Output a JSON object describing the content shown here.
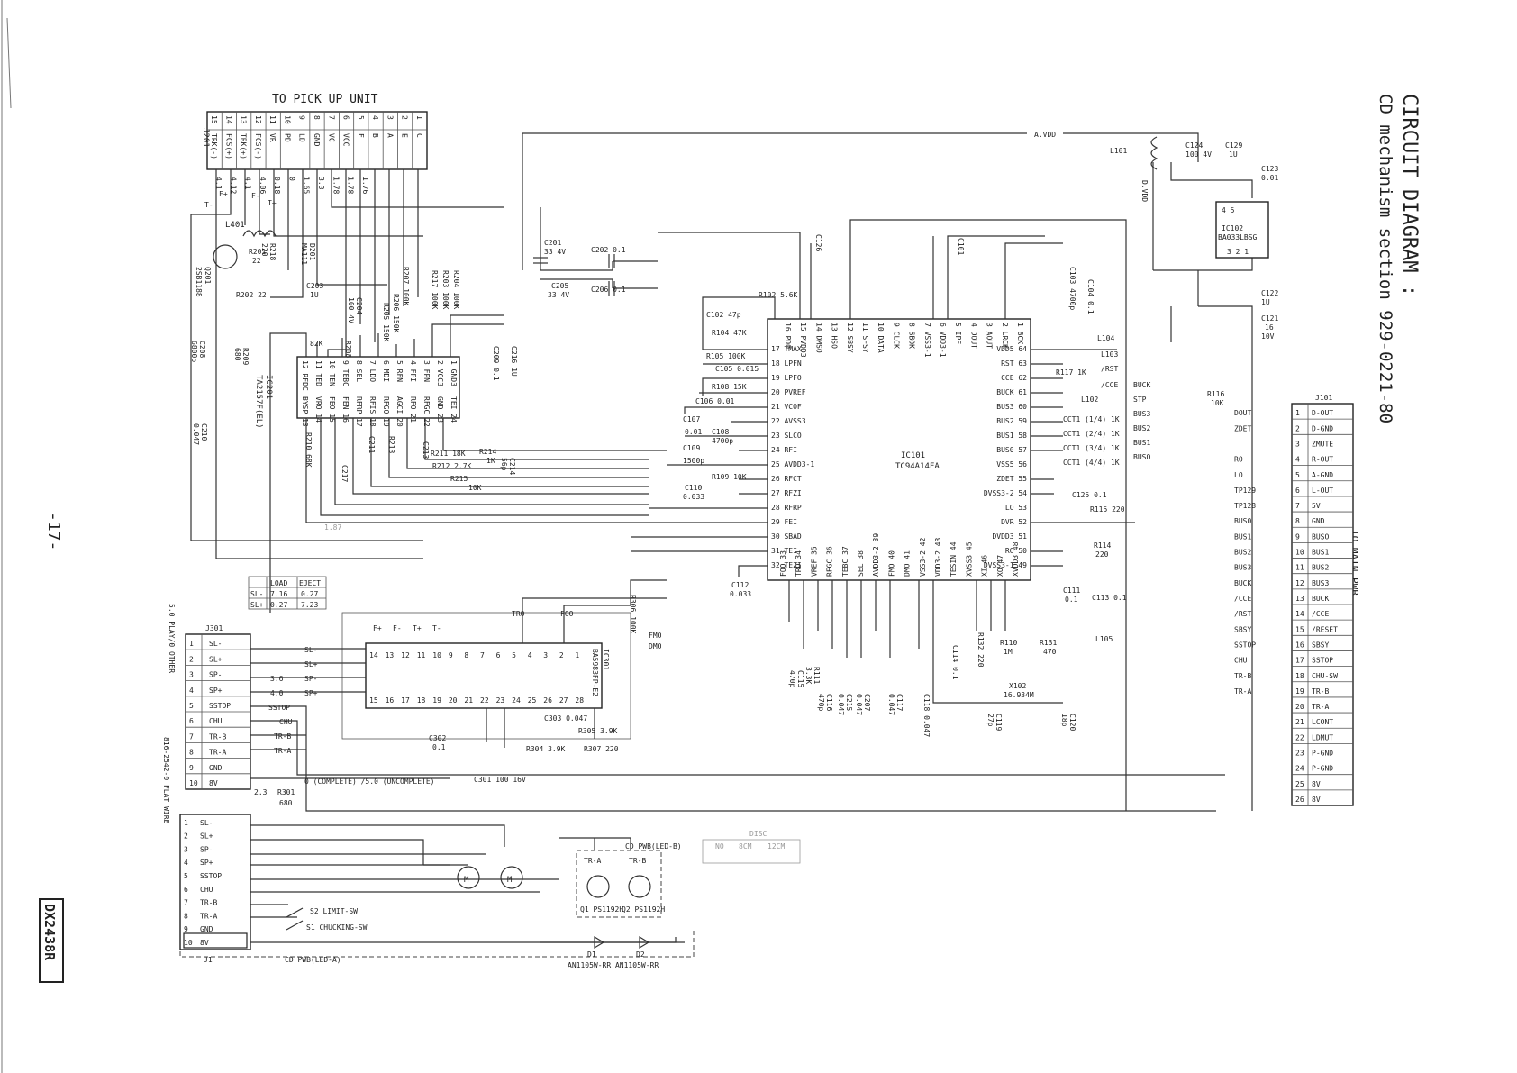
{
  "title": {
    "main": "CIRCUIT DIAGRAM :",
    "sub": "CD mechanism section  929-0221-80"
  },
  "page_number": "-17-",
  "model_code": "DX2438R",
  "side_labels": {
    "to_main": "TO MAIN PWB",
    "flat_wire": "816-2542-0 FLAT WIRE",
    "voltages_note": "5.0 PLAY/0 OTHER"
  },
  "pickup": {
    "title": "TO PICK UP UNIT",
    "connector": "J201",
    "numbers": [
      "15",
      "14",
      "13",
      "12",
      "11",
      "10",
      "9",
      "8",
      "7",
      "6",
      "5",
      "4",
      "3",
      "2",
      "1"
    ],
    "signals": [
      "TRK(-)",
      "FCS(+)",
      "TRK(+)",
      "FCS(-)",
      "VR",
      "PD",
      "LD",
      "GND",
      "VC",
      "VCC",
      "F",
      "B",
      "A",
      "E",
      "C"
    ],
    "voltages": [
      "4.1",
      "4.12",
      "4.1",
      "4.06",
      "0.18",
      "0",
      "1.65",
      "3.3",
      "1.78",
      "1.78",
      "1.76"
    ],
    "trk_labels": [
      "T-",
      "F+",
      "F-",
      "T+"
    ]
  },
  "ic101": {
    "ref": "IC101",
    "part": "TC94A14FA",
    "left_pins": [
      "17 TMAX",
      "18 LPFN",
      "19 LPFO",
      "20 PVREF",
      "21 VCOF",
      "22 AVSS3",
      "23 SLCO",
      "24 RFI",
      "25 AVDD3-1",
      "26 RFCT",
      "27 RFZI",
      "28 RFRP",
      "29 FEI",
      "30 SBAD",
      "31 TEI",
      "32 TEZI"
    ],
    "top_pins": [
      "16 PDO",
      "15 PVDD3",
      "14 DMSO",
      "13 HSO",
      "12 SBSY",
      "11 SFSY",
      "10 DATA",
      "9 CLCK",
      "8 SBOK",
      "7 VSS3-1",
      "6 VDD3-1",
      "5 IPF",
      "4 DOUT",
      "3 AOUT",
      "2 LRCK",
      "1 BCK"
    ],
    "right_pins": [
      "VDD5 64",
      "RST 63",
      "CCE 62",
      "BUCK 61",
      "BUS3 60",
      "BUS2 59",
      "BUS1 58",
      "BUS0 57",
      "VSS5 56",
      "ZDET 55",
      "DVSS3-2 54",
      "LO 53",
      "DVR 52",
      "DVDD3 51",
      "RO 50",
      "DVSS3-1 49"
    ],
    "bottom_pins": [
      "FOO 33",
      "TRO 34",
      "VREF 35",
      "RFGC 36",
      "TEBC 37",
      "SEL 38",
      "AVDD3-2 39",
      "FMO 40",
      "DMO 41",
      "VSS3-2 42",
      "VDD3-2 43",
      "TESIN 44",
      "XVSS3 45",
      "XI 46",
      "XO 47",
      "XVDD3 48"
    ]
  },
  "ic201": {
    "ref": "IC201",
    "part": "TA2157F(EL)",
    "top_pins": [
      "12 RFDC",
      "11 TED",
      "10 TEN",
      "9 TEBC",
      "8 SEL",
      "7 LDO",
      "6 MDI",
      "5 RFN",
      "4 FPI",
      "3 FPN",
      "2 VCC3",
      "1 GND3"
    ],
    "bottom_pins": [
      "BYSP 13",
      "VRO 14",
      "FEO 15",
      "FEN 16",
      "RFRP 17",
      "RFIS 18",
      "RFGO 19",
      "AGCI 20",
      "RFO 21",
      "RFGC 22",
      "GND 23",
      "TEI 24"
    ]
  },
  "ic301": {
    "ref": "IC301",
    "part": "BA5983FP-E2",
    "top_pins": [
      "14",
      "13",
      "12",
      "11",
      "10",
      "9",
      "8",
      "7",
      "6",
      "5",
      "4",
      "3",
      "2",
      "1"
    ],
    "bottom_pins": [
      "15",
      "16",
      "17",
      "18",
      "19",
      "20",
      "21",
      "22",
      "23",
      "24",
      "25",
      "26",
      "27",
      "28"
    ],
    "top_labels": [
      "F+",
      "F-",
      "T+",
      "T-"
    ],
    "side_labels": [
      "TRO",
      "FOO",
      "FMO",
      "DMO"
    ]
  },
  "ic102": {
    "ref": "IC102",
    "part": "BA033LBSG",
    "pins_top": "4   5",
    "pins_bottom": "3  2  1"
  },
  "j101": {
    "ref": "J101",
    "pins": [
      {
        "n": "1",
        "name": "D-OUT"
      },
      {
        "n": "2",
        "name": "D-GND"
      },
      {
        "n": "3",
        "name": "ZMUTE"
      },
      {
        "n": "4",
        "name": "R-OUT"
      },
      {
        "n": "5",
        "name": "A-GND"
      },
      {
        "n": "6",
        "name": "L-OUT"
      },
      {
        "n": "7",
        "name": "5V"
      },
      {
        "n": "8",
        "name": "GND"
      },
      {
        "n": "9",
        "name": "BUSO"
      },
      {
        "n": "10",
        "name": "BUS1"
      },
      {
        "n": "11",
        "name": "BUS2"
      },
      {
        "n": "12",
        "name": "BUS3"
      },
      {
        "n": "13",
        "name": "BUCK"
      },
      {
        "n": "14",
        "name": "/CCE"
      },
      {
        "n": "15",
        "name": "/RESET"
      },
      {
        "n": "16",
        "name": "SBSY"
      },
      {
        "n": "17",
        "name": "SSTOP"
      },
      {
        "n": "18",
        "name": "CHU-SW"
      },
      {
        "n": "19",
        "name": "TR-B"
      },
      {
        "n": "20",
        "name": "TR-A"
      },
      {
        "n": "21",
        "name": "LCONT"
      },
      {
        "n": "22",
        "name": "LDMUT"
      },
      {
        "n": "23",
        "name": "P-GND"
      },
      {
        "n": "24",
        "name": "P-GND"
      },
      {
        "n": "25",
        "name": "8V"
      },
      {
        "n": "26",
        "name": "8V"
      }
    ],
    "net_labels": [
      "DOUT",
      "ZDET",
      "RO",
      "LO",
      "TP129",
      "TP128",
      "BUS0",
      "BUS1",
      "BUS2",
      "BUS3",
      "BUCK",
      "/CCE",
      "/RST",
      "SBSY",
      "SSTOP",
      "CHU",
      "TR-B",
      "TR-A"
    ]
  },
  "j301": {
    "ref": "J301",
    "pins": [
      {
        "n": "1",
        "name": "SL-"
      },
      {
        "n": "2",
        "name": "SL+"
      },
      {
        "n": "3",
        "name": "SP-"
      },
      {
        "n": "4",
        "name": "SP+"
      },
      {
        "n": "5",
        "name": "SSTOP"
      },
      {
        "n": "6",
        "name": "CHU"
      },
      {
        "n": "7",
        "name": "TR-B"
      },
      {
        "n": "8",
        "name": "TR-A"
      },
      {
        "n": "9",
        "name": "GND"
      },
      {
        "n": "10",
        "name": "8V"
      }
    ],
    "net_labels": [
      "SL-",
      "SL+",
      "SP-",
      "SP+",
      "SSTOP",
      "CHU",
      "TR-B",
      "TR-A"
    ],
    "voltages": [
      "3.6",
      "4.0"
    ]
  },
  "j1": {
    "ref": "J1",
    "pins": [
      {
        "n": "1",
        "name": "SL-"
      },
      {
        "n": "2",
        "name": "SL+"
      },
      {
        "n": "3",
        "name": "SP-"
      },
      {
        "n": "4",
        "name": "SP+"
      },
      {
        "n": "5",
        "name": "SSTOP"
      },
      {
        "n": "6",
        "name": "CHU"
      },
      {
        "n": "7",
        "name": "TR-B"
      },
      {
        "n": "8",
        "name": "TR-A"
      },
      {
        "n": "9",
        "name": "GND"
      },
      {
        "n": "10",
        "name": "8V"
      }
    ],
    "board_label": "CD PWB(LED-A)"
  },
  "led_board": {
    "label": "CD PWB(LED-B)",
    "q1": "Q1\nPS1192H",
    "q1_label": "Q1 PS1192H",
    "q2_label": "Q2 PS1192H",
    "tra": "TR-A",
    "trb": "TR-B",
    "d1_label": "D1",
    "d2_label": "D2",
    "d_part": "AN1105W-RR AN1105W-RR",
    "s2": "S2 LIMIT-SW",
    "s1": "S1 CHUCKING-SW",
    "motor": "M"
  },
  "load_table": {
    "headers": [
      "",
      "LOAD",
      "EJECT"
    ],
    "rows": [
      [
        "SL-",
        "7.16",
        "0.27"
      ],
      [
        "SL+",
        "0.27",
        "7.23"
      ]
    ]
  },
  "disc_table": {
    "title": "DISC",
    "headers": [
      "",
      "NO",
      "8CM",
      "12CM"
    ]
  },
  "components": {
    "power_net_a": "A.VDD",
    "power_net_d": "D.VDD",
    "l101": "L101",
    "c124": "C124\n100 4V",
    "c124_a": "C124",
    "c124_b": "100 4V",
    "c129": "C129",
    "c129_v": "1U",
    "c123": "C123",
    "c123_v": "0.01",
    "c122": "C122",
    "c122_v": "1U",
    "c121": "C121",
    "c121_v1": "16",
    "c121_v2": "10V",
    "l401": "L401",
    "q201": "Q201\n2SB1188",
    "q201_a": "Q201",
    "q201_b": "2SB1188",
    "r201": "R201",
    "r201_v": "22",
    "r202": "R202 22",
    "r218": "R218",
    "r218_v": "220",
    "d201": "D201",
    "d201_v": "MA111",
    "c203": "C203",
    "c203_v": "1U",
    "c204": "C204",
    "c204_v": "100 4V",
    "c201": "C201",
    "c201_v": "33 4V",
    "c205": "C205",
    "c205_v": "33 4V",
    "c202": "C202 0.1",
    "c206": "C206 0.1",
    "r207": "R207 100K",
    "r206": "R206 150K",
    "r205": "R205 150K",
    "r217": "R217 100K",
    "r203": "R203 100K",
    "r204": "R204 100K",
    "r208": "R208",
    "r208_v": "82K",
    "r209": "R209",
    "r209_v": "680",
    "c208": "C208",
    "c208_v": "6800p",
    "c210": "C210",
    "c210_v": "0.047",
    "c209": "C209 0.1",
    "c216": "C216 1U",
    "r210": "R210 68K",
    "c211": "C211",
    "c212": "C212",
    "c213": "C213",
    "r211": "R211 18K",
    "r212": "R212 2.7K",
    "r213": "R213",
    "r214": "R214",
    "r214_v": "1K",
    "r215": "R215",
    "r215_v": "10K",
    "c214": "C214",
    "c214_v": "56p",
    "c217": "C217",
    "r102": "R102 5.6K",
    "c102": "C102 47p",
    "r104": "R104 47K",
    "r105": "R105 100K",
    "c105": "C105 0.015",
    "r108": "R108 15K",
    "c106": "C106 0.01",
    "c107": "C107",
    "c107_v": "0.01",
    "c108": "C108",
    "c108_v": "4700p",
    "c109": "C109",
    "c109_v": "1500p",
    "r109": "R109 10K",
    "c110": "C110",
    "c110_v": "0.033",
    "c112": "C112",
    "c112_v": "0.033",
    "c126": "C126",
    "c101": "C101",
    "c103": "C103 4700p",
    "c104": "C104 0.1",
    "l104": "L104",
    "l103": "L103",
    "r117": "R117 1K",
    "l102": "L102",
    "cct1": [
      "CCT1 (1/4) 1K",
      "CCT1 (2/4) 1K",
      "CCT1 (3/4) 1K",
      "CCT1 (4/4) 1K"
    ],
    "bus_out": [
      "/CCE",
      "BUCK",
      "STP",
      "BUS3",
      "BUS2",
      "BUS1",
      "BUSO"
    ],
    "r116": "R116",
    "r116_v": "10K",
    "c125": "C125 0.1",
    "r115": "R115 220",
    "r114": "R114",
    "r114_v": "220",
    "c111": "C111",
    "c111_v": "0.1",
    "c113": "C113 0.1",
    "l105": "L105",
    "c114": "C114 0.1",
    "r132": "R132 220",
    "r110": "R110",
    "r110_v": "1M",
    "r131": "R131",
    "r131_v": "470",
    "x102": "X102",
    "x102_v": "16.934M",
    "c119": "C119",
    "c119_v": "27p",
    "c120": "C120",
    "c120_v": "18p",
    "c115": "C115",
    "c115_v": "470p",
    "r111": "R111",
    "r111_v": "3.3K",
    "c116": "C116",
    "c116_v": "470p",
    "c215": "C215",
    "c215_v": "0.047",
    "c207": "C207",
    "c207_v": "0.047",
    "c117": "C117",
    "c117_v": "0.047",
    "c118": "C118 0.047",
    "r306": "R306 100K",
    "c303": "C303 0.047",
    "r305": "R305 3.9K",
    "r304": "R304 3.9K",
    "r307": "R307 220",
    "c302": "C302",
    "c302_v": "0.1",
    "c301": "C301 100 16V",
    "r301": "R301",
    "r301_v": "680",
    "v23": "2.3",
    "complete_note": "0 (COMPLETE) /5.0 (UNCOMPLETE)",
    "v187": "1.87",
    "sbsy": "SBSY",
    "ssp": "SSTOP",
    "buck": "BUCK",
    "rst": "/RST"
  }
}
